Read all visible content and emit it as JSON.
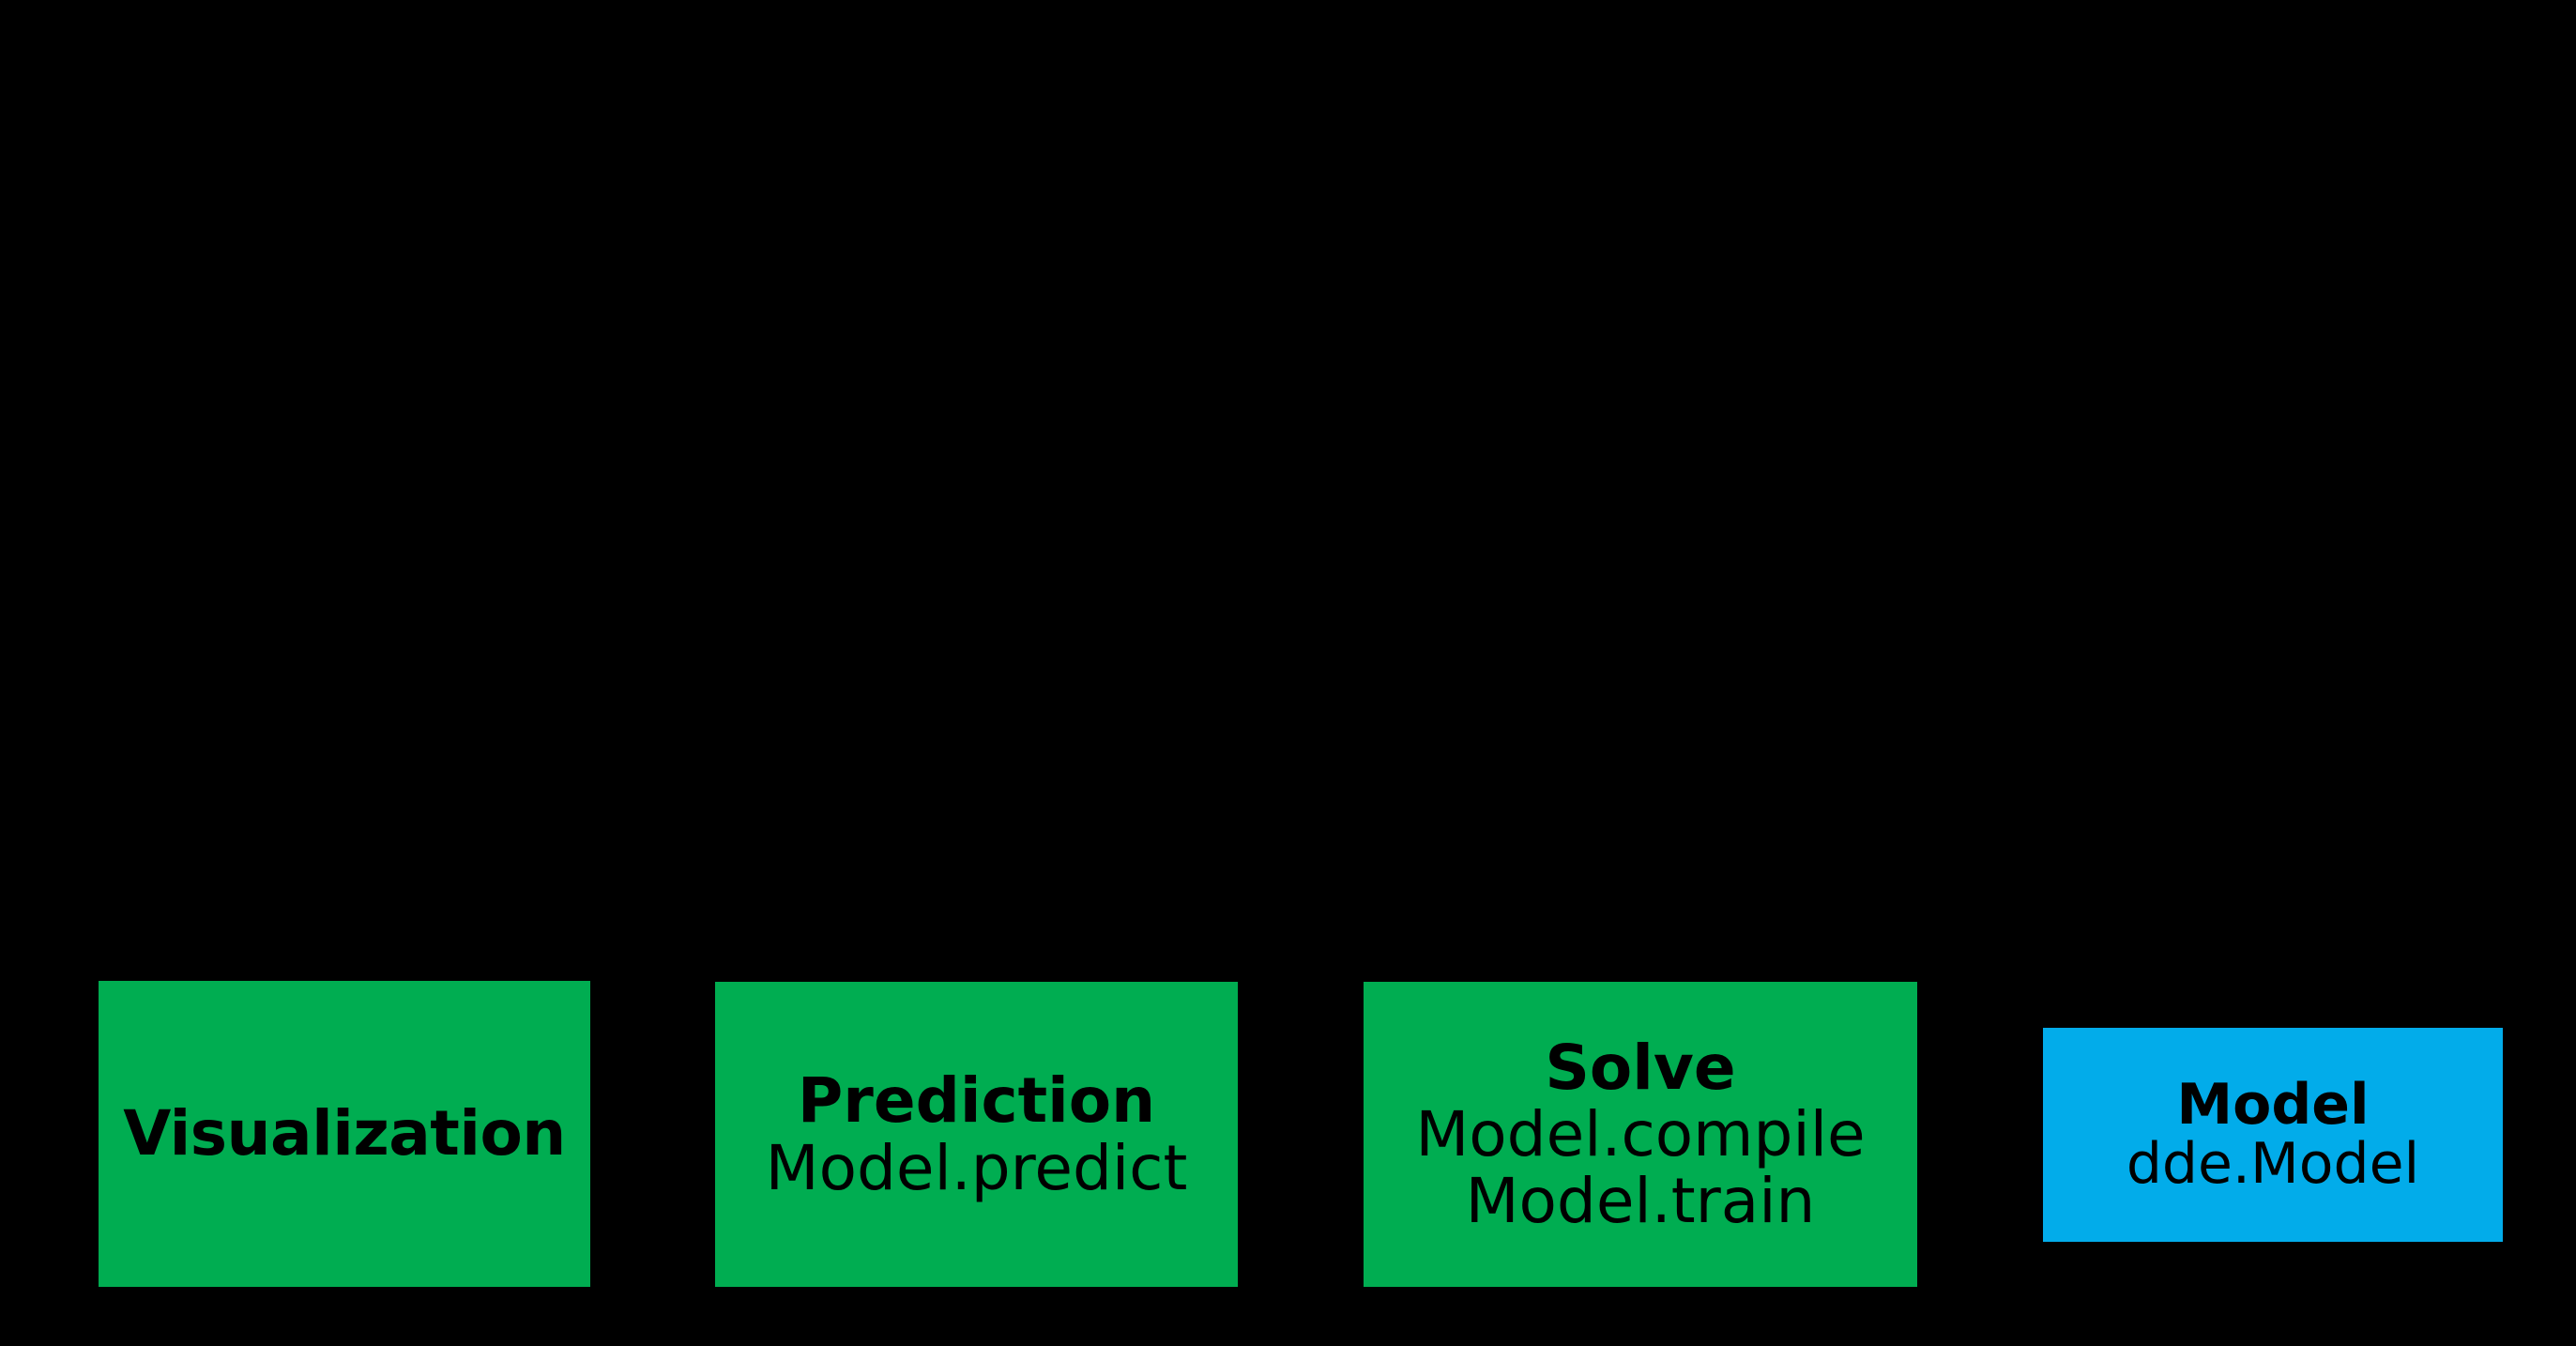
{
  "diagram": {
    "background_color": "#000000",
    "palette": {
      "green": "#00AD51",
      "blue": "#02ACEA",
      "text": "#000000"
    },
    "nodes": [
      {
        "id": "visualization",
        "title": "Visualization",
        "lines": [],
        "color": "#00AD51"
      },
      {
        "id": "prediction",
        "title": "Prediction",
        "lines": [
          "Model.predict"
        ],
        "color": "#00AD51"
      },
      {
        "id": "solve",
        "title": "Solve",
        "lines": [
          "Model.compile",
          "Model.train"
        ],
        "color": "#00AD51"
      },
      {
        "id": "model",
        "title": "Model",
        "lines": [
          "dde.Model"
        ],
        "color": "#02ACEA"
      }
    ]
  }
}
